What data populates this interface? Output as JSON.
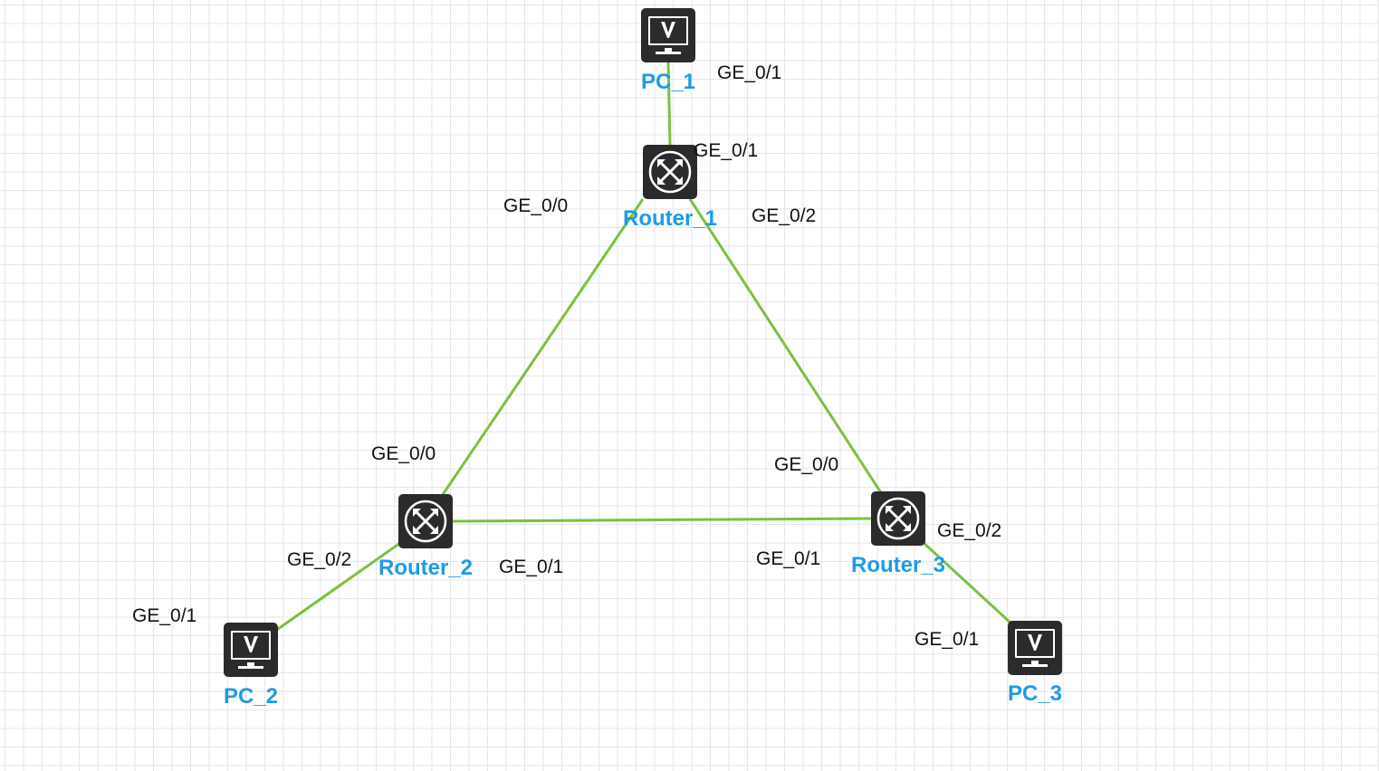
{
  "colors": {
    "link": "#7ac143",
    "node_label": "#1e9be8",
    "port_label": "#111111",
    "device_body": "#2b2b2b"
  },
  "nodes": {
    "pc1": {
      "label": "PC_1",
      "icon": "pc-monitor-icon"
    },
    "router1": {
      "label": "Router_1",
      "icon": "router-icon"
    },
    "router2": {
      "label": "Router_2",
      "icon": "router-icon"
    },
    "router3": {
      "label": "Router_3",
      "icon": "router-icon"
    },
    "pc2": {
      "label": "PC_2",
      "icon": "pc-monitor-icon"
    },
    "pc3": {
      "label": "PC_3",
      "icon": "pc-monitor-icon"
    }
  },
  "ports": {
    "pc1_ge01": "GE_0/1",
    "r1_ge01": "GE_0/1",
    "r1_ge00": "GE_0/0",
    "r1_ge02": "GE_0/2",
    "r2_ge00": "GE_0/0",
    "r2_ge02": "GE_0/2",
    "r2_ge01": "GE_0/1",
    "r3_ge00": "GE_0/0",
    "r3_ge01": "GE_0/1",
    "r3_ge02": "GE_0/2",
    "pc2_ge01": "GE_0/1",
    "pc3_ge01": "GE_0/1"
  },
  "links": [
    {
      "from": "PC_1",
      "to": "Router_1"
    },
    {
      "from": "Router_1",
      "to": "Router_2"
    },
    {
      "from": "Router_1",
      "to": "Router_3"
    },
    {
      "from": "Router_2",
      "to": "Router_3"
    },
    {
      "from": "Router_2",
      "to": "PC_2"
    },
    {
      "from": "Router_3",
      "to": "PC_3"
    }
  ]
}
